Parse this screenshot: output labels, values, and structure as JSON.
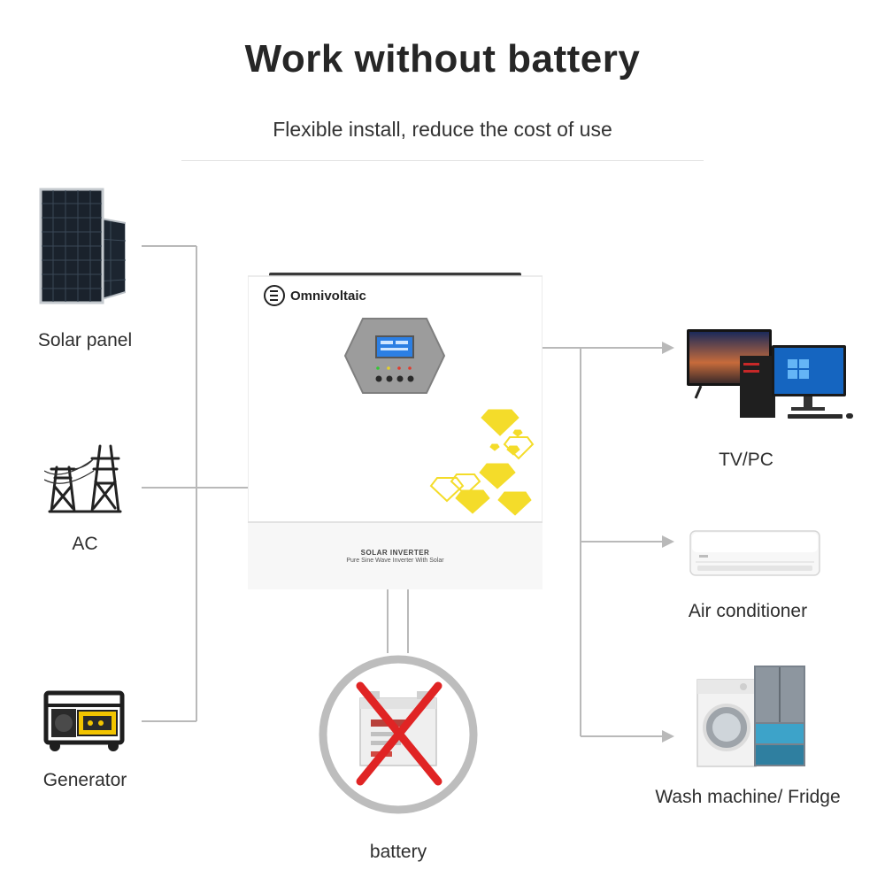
{
  "header": {
    "title": "Work without battery",
    "subtitle": "Flexible install, reduce the cost of use"
  },
  "inputs": [
    {
      "label": "Solar panel",
      "icon": "solar-panel-icon"
    },
    {
      "label": "AC",
      "icon": "power-tower-icon"
    },
    {
      "label": "Generator",
      "icon": "generator-icon"
    }
  ],
  "inverter": {
    "brand": "Omnivoltaic",
    "product_title": "SOLAR INVERTER",
    "product_subtitle": "Pure Sine Wave Inverter With Solar"
  },
  "battery": {
    "label": "battery",
    "status": "not-required"
  },
  "outputs": [
    {
      "label": "TV/PC",
      "icon": "tv-pc-icon"
    },
    {
      "label": "Air conditioner",
      "icon": "air-conditioner-icon"
    },
    {
      "label": "Wash machine/ Fridge",
      "icon": "washer-fridge-icon"
    }
  ],
  "colors": {
    "line": "#b9b9b9",
    "accent_yellow": "#f4dc2a",
    "cross_red": "#e02424",
    "battery_ring": "#bdbdbd"
  }
}
